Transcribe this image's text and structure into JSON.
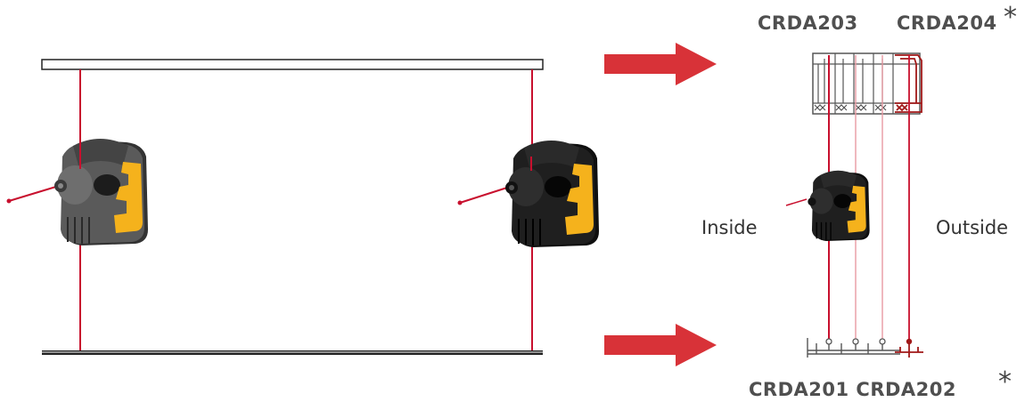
{
  "colors": {
    "laser_red": "#c8102e",
    "arrow_red": "#d83238",
    "tool_body_left": "#555555",
    "tool_body_right": "#1f1f1f",
    "tool_accent": "#f5b21c",
    "profile_outline": "#555555",
    "profile_highlight": "#a01818"
  },
  "icons": {
    "arrow_top": "right-arrow",
    "arrow_bottom": "right-arrow",
    "laser_tool": "laser-level"
  },
  "labels": {
    "top_left_code": "CRDA203",
    "top_right_code": "CRDA204",
    "bottom_codes": "CRDA201 CRDA202",
    "asterisk": "*",
    "inside": "Inside",
    "outside": "Outside"
  }
}
